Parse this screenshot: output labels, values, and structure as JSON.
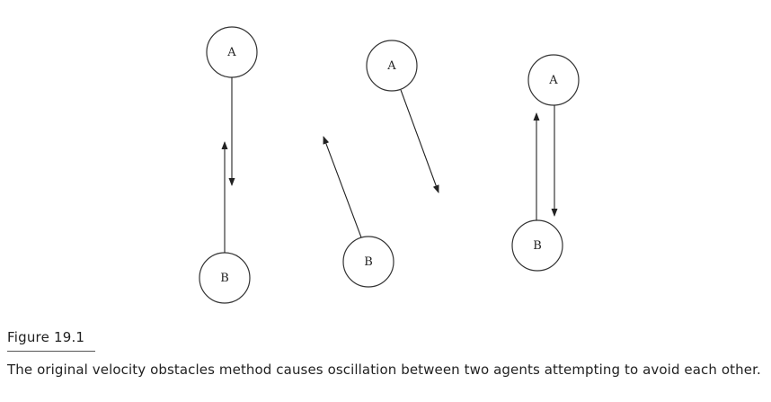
{
  "diagram": {
    "panels": [
      {
        "node_a_label": "A",
        "node_b_label": "B"
      },
      {
        "node_a_label": "A",
        "node_b_label": "B"
      },
      {
        "node_a_label": "A",
        "node_b_label": "B"
      }
    ]
  },
  "figure": {
    "label": "Figure 19.1",
    "caption": "The original velocity obstacles method causes oscillation between two agents attempting to avoid each other."
  }
}
